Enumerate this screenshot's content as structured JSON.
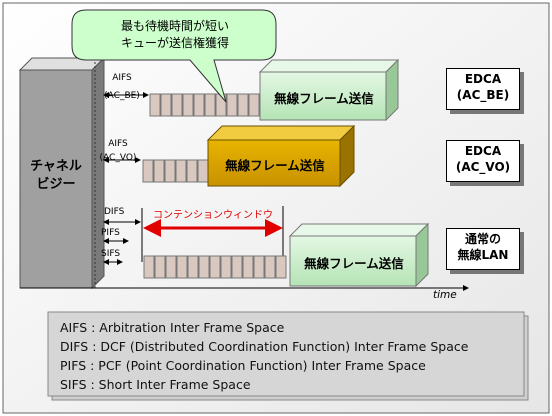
{
  "balloon": {
    "line1": "最も待機時間が短い",
    "line2": "キューが送信権獲得"
  },
  "channel_busy": {
    "line1": "チャネル",
    "line2": "ビジー"
  },
  "rows": [
    {
      "aifs_top": "AIFS",
      "aifs_bottom": "(AC_BE)",
      "frame": "無線フレーム送信",
      "label1": "EDCA",
      "label2": "(AC_BE)"
    },
    {
      "aifs_top": "AIFS",
      "aifs_bottom": "(AC_VO)",
      "frame": "無線フレーム送信",
      "label1": "EDCA",
      "label2": "(AC_VO)"
    },
    {
      "frame": "無線フレーム送信",
      "label1": "通常の",
      "label2": "無線LAN"
    }
  ],
  "difs": "DIFS",
  "pifs": "PIFS",
  "sifs": "SIFS",
  "contention": "コンテンションウィンドウ",
  "time": "time",
  "legend": [
    "AIFS : Arbitration Inter Frame Space",
    "DIFS : DCF (Distributed Coordination Function) Inter Frame  Space",
    "PIFS : PCF (Point Coordination Function) Inter Frame  Space",
    "SIFS : Short Inter Frame Space"
  ],
  "colors": {
    "green": "#c6ecc6",
    "gold": "#d9a400",
    "balloon": "#ccffcc",
    "arrow": "#e00000"
  }
}
